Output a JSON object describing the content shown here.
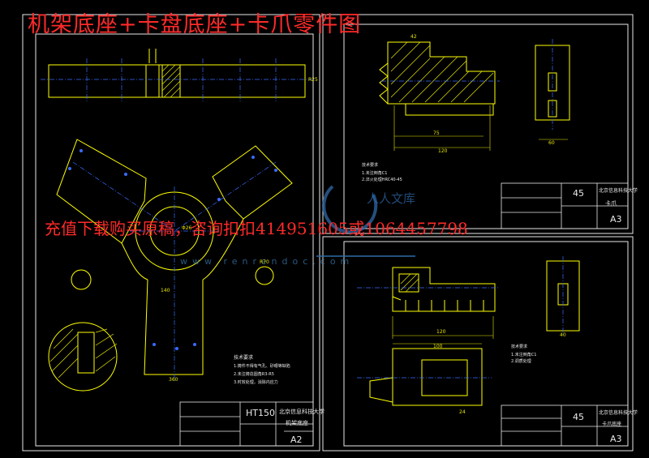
{
  "overlay": {
    "title": "机架底座+卡盘底座+卡爪零件图",
    "ad": "充值下载购买原稿，咨询扣扣414951605或1064457798",
    "watermark_url": "www.renrendoc.com",
    "watermark_logo": "人人文库"
  },
  "sheet_left": {
    "material": "HT150",
    "school": "北京信息科技大学",
    "part_name": "机架底座",
    "size": "A2",
    "notes_title": "技术要求",
    "notes": [
      "1.铸件不得有气孔、砂眼等缺陷",
      "2.未注铸造圆角R3-R5",
      "3.时效处理，消除内应力"
    ],
    "dims": [
      "R25",
      "360",
      "140",
      "Φ26",
      "R70"
    ]
  },
  "sheet_right_top": {
    "material": "45",
    "school": "北京信息科技大学",
    "part_name": "卡爪",
    "size": "A3",
    "notes_title": "技术要求",
    "notes": [
      "1.未注倒角C1",
      "2.淬火处理HRC40-45"
    ],
    "dims": [
      "120",
      "75",
      "60",
      "42"
    ]
  },
  "sheet_right_bottom": {
    "material": "45",
    "school": "北京信息科技大学",
    "part_name": "卡爪底座",
    "size": "A3",
    "notes_title": "技术要求",
    "notes": [
      "1.未注倒角C1",
      "2.调质处理"
    ],
    "dims": [
      "120",
      "24",
      "40",
      "100"
    ]
  },
  "colors": {
    "background": "#000000",
    "frame": "#e8e8e8",
    "outline": "#ffff00",
    "centerline": "#3a6bff",
    "dimension": "#e6e600",
    "hatch": "#e6e600",
    "overlay_text": "#ff2a2a",
    "watermark": "#2f6aa8"
  }
}
